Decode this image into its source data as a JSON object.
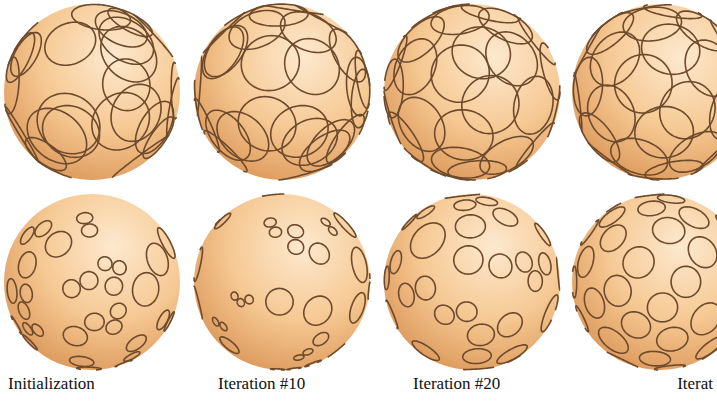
{
  "diagram": {
    "labels": [
      "Initialization",
      "Iteration #10",
      "Iteration #20",
      "Iterat"
    ]
  }
}
